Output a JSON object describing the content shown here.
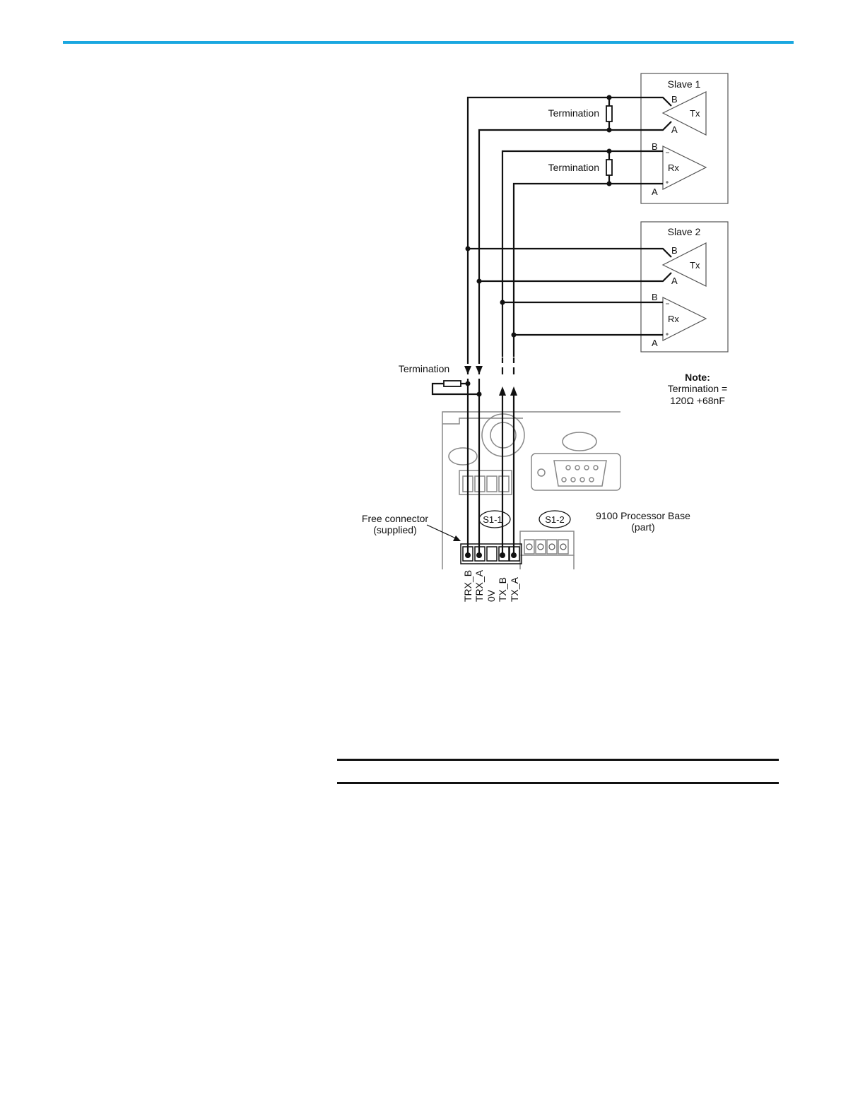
{
  "colors": {
    "accent_rule": "#1aa7e0",
    "line": "#111111",
    "device_outline": "#888888"
  },
  "diagram": {
    "slave1": {
      "title": "Slave 1",
      "tx_label": "Tx",
      "rx_label": "Rx",
      "tx_b": "B",
      "tx_a": "A",
      "rx_b": "B",
      "rx_a": "A"
    },
    "slave2": {
      "title": "Slave 2",
      "tx_label": "Tx",
      "rx_label": "Rx",
      "tx_b": "B",
      "tx_a": "A",
      "rx_b": "B",
      "rx_a": "A"
    },
    "termination_label": "Termination",
    "note_title": "Note:",
    "note_line1": "Termination =",
    "note_line2": "120Ω +68nF",
    "free_connector_line1": "Free connector",
    "free_connector_line2": "(supplied)",
    "s1_1": "S1-1",
    "s1_2": "S1-2",
    "base_line1": "9100 Processor Base",
    "base_line2": "(part)",
    "pins": [
      "TRX_B",
      "TRX_A",
      "0V",
      "TX_B",
      "TX_A"
    ]
  }
}
